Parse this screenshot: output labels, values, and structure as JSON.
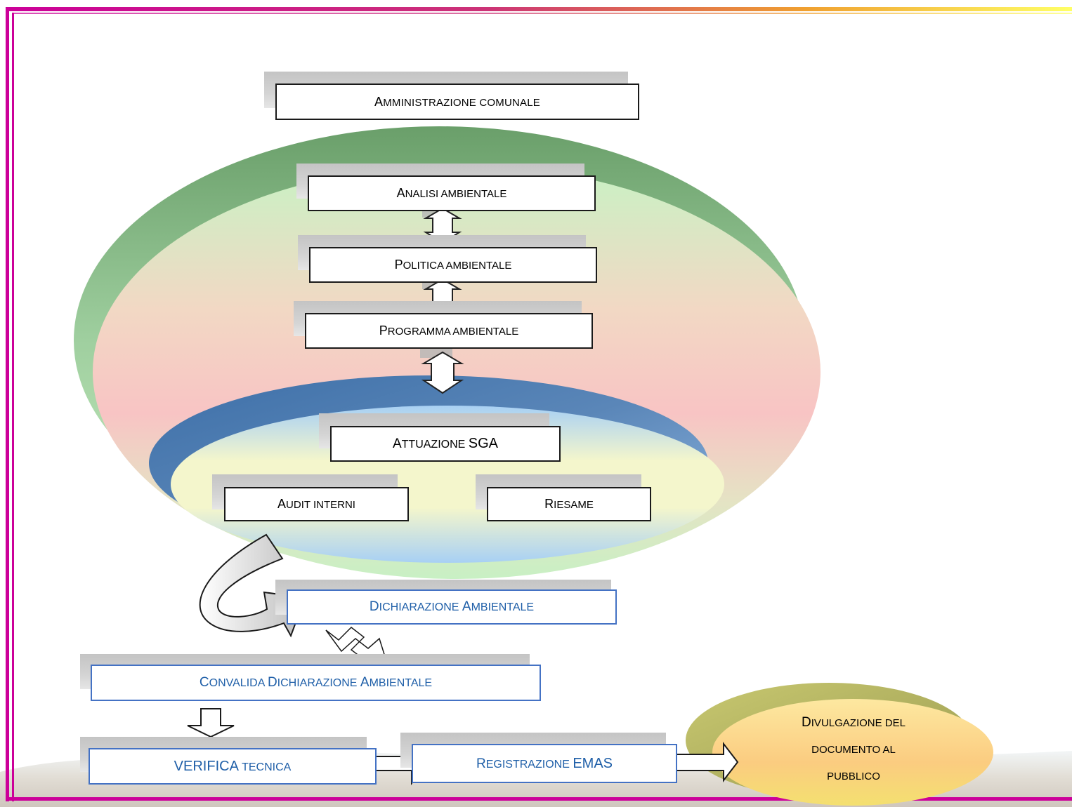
{
  "nodes": {
    "amministrazione": {
      "first": "A",
      "rest": "mministrazione comunale"
    },
    "analisi": {
      "first": "A",
      "rest": "nalisi ambientale"
    },
    "politica": {
      "first": "P",
      "rest": "olitica ambientale"
    },
    "programma": {
      "first": "P",
      "rest": "rogramma ambientale"
    },
    "attuazione": {
      "first": "A",
      "rest": "ttuazione ",
      "tail": "SGA"
    },
    "audit": {
      "first": "A",
      "rest": "udit interni"
    },
    "riesame": {
      "first": "R",
      "rest": "iesame"
    },
    "dichiarazione": {
      "first": "D",
      "rest": "ichiarazione ",
      "first2": "A",
      "rest2": "mbientale"
    },
    "convalida": {
      "first": "C",
      "rest": "onvalida ",
      "first2": "D",
      "rest2": "ichiarazione ",
      "first3": "A",
      "rest3": "mbientale"
    },
    "verifica": {
      "first": "VERIFICA",
      "rest": " tecnica"
    },
    "registrazione": {
      "first": "R",
      "rest": "egistrazione ",
      "tail": "EMAS"
    },
    "divulgazione": {
      "line1_first": "D",
      "line1_rest": "ivulgazione del",
      "line2": "documento al",
      "line3": "pubblico"
    }
  },
  "colors": {
    "frame_left": "#cc0099",
    "frame_top_end": "#ffff00",
    "outer_ellipse_top": "#7fbf7f",
    "outer_ellipse_fill": "#f8c0c0",
    "inner_ellipse_top": "#4a7fbf",
    "inner_ellipse_fill": "#fafacc",
    "blue_text": "#1f5fa8",
    "divulgazione_fill": "#fcd080"
  }
}
